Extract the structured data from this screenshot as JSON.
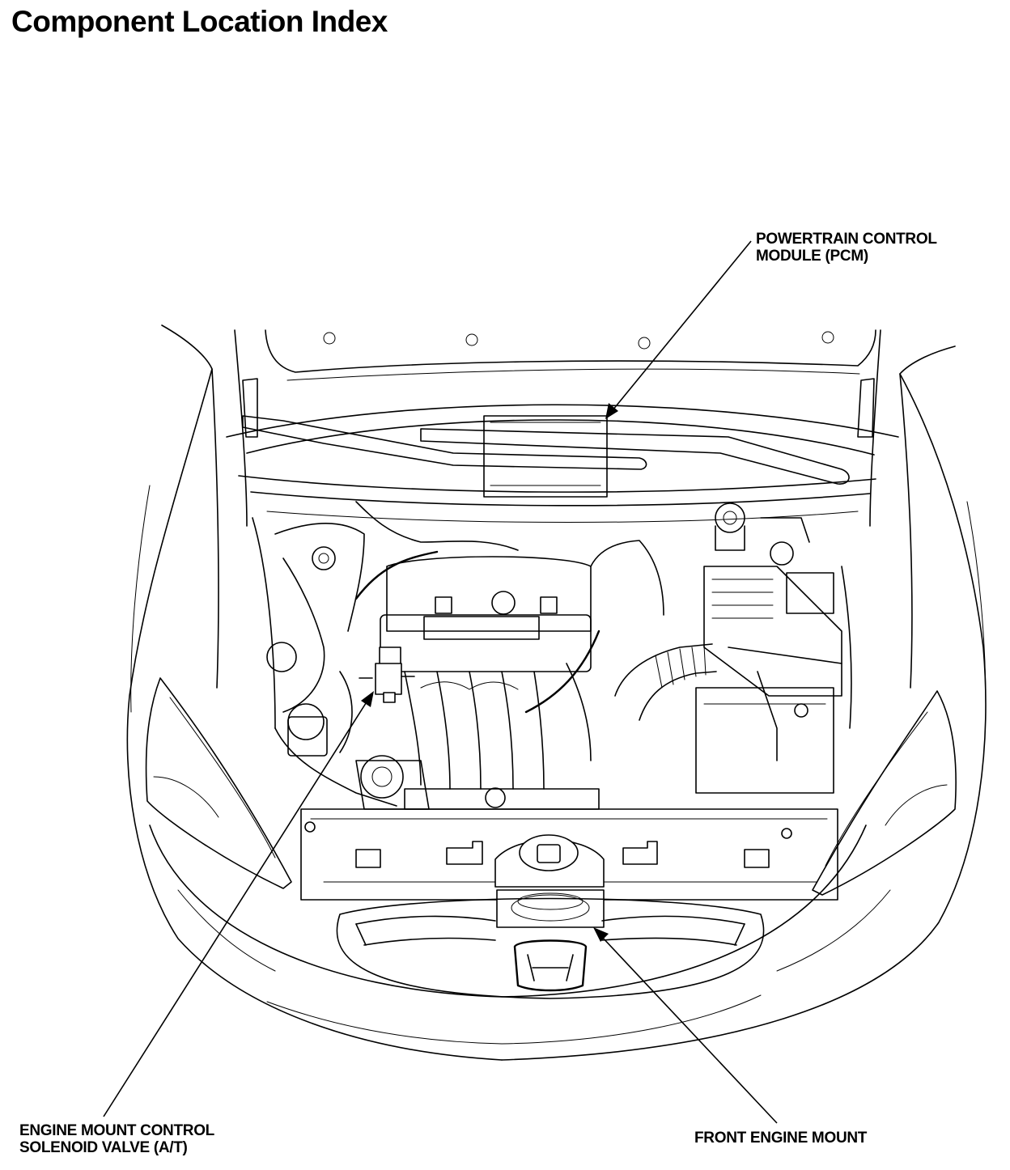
{
  "page": {
    "title": "Component Location Index"
  },
  "callouts": {
    "pcm": {
      "line1": "POWERTRAIN CONTROL",
      "line2": "MODULE (PCM)"
    },
    "solenoid": {
      "line1": "ENGINE MOUNT CONTROL",
      "line2": "SOLENOID VALVE (A/T)"
    },
    "mount": {
      "line1": "FRONT ENGINE MOUNT"
    }
  }
}
